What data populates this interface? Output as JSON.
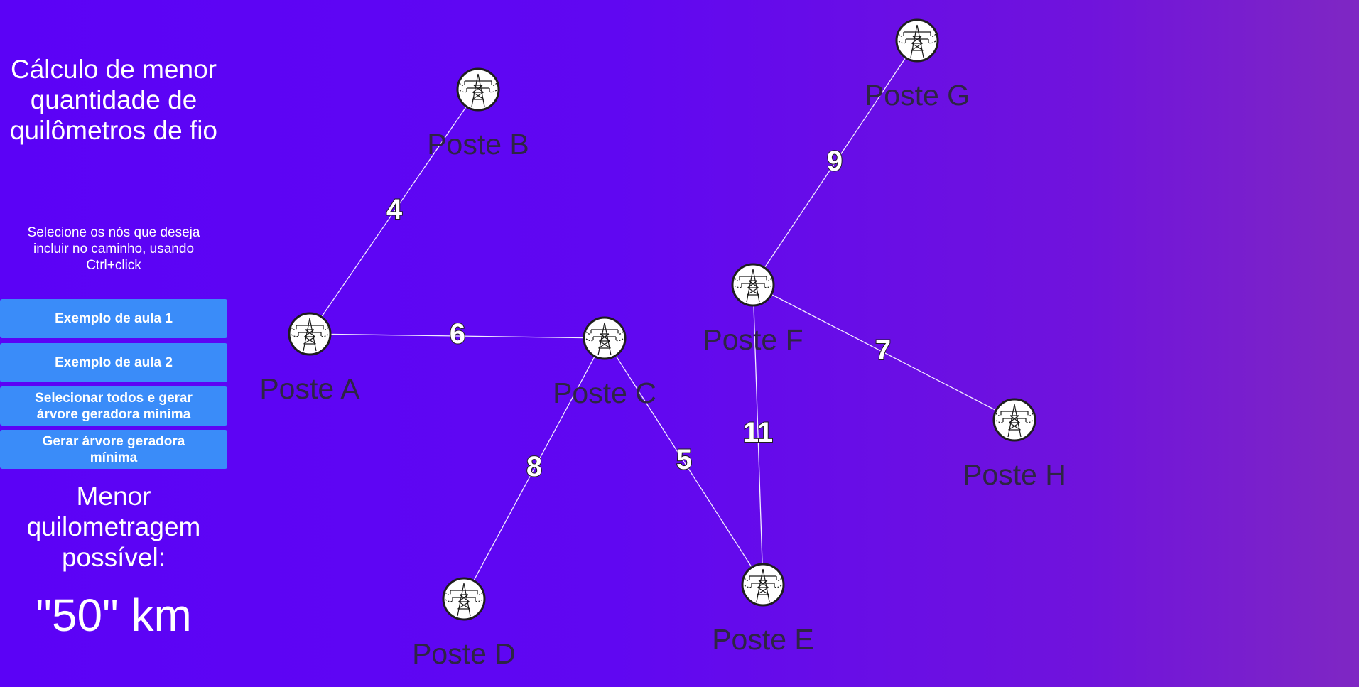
{
  "sidebar": {
    "title": "Cálculo de menor quantidade de quilômetros de fio",
    "instructions": "Selecione os nós que deseja incluir no caminho, usando Ctrl+click",
    "buttons": [
      {
        "label": "Exemplo de aula 1"
      },
      {
        "label": "Exemplo de aula 2"
      },
      {
        "label": "Selecionar todos e gerar árvore geradora minima"
      },
      {
        "label": "Gerar árvore geradora mínima"
      }
    ],
    "result_label": "Menor quilometragem possível:",
    "result_value": "\"50\" km"
  },
  "graph": {
    "node_icon": "power-tower-icon",
    "nodes": [
      {
        "id": "A",
        "label": "Poste A"
      },
      {
        "id": "B",
        "label": "Poste B"
      },
      {
        "id": "C",
        "label": "Poste C"
      },
      {
        "id": "D",
        "label": "Poste D"
      },
      {
        "id": "E",
        "label": "Poste E"
      },
      {
        "id": "F",
        "label": "Poste F"
      },
      {
        "id": "G",
        "label": "Poste G"
      },
      {
        "id": "H",
        "label": "Poste H"
      }
    ],
    "edges": [
      {
        "from": "A",
        "to": "B",
        "weight": "4"
      },
      {
        "from": "A",
        "to": "C",
        "weight": "6"
      },
      {
        "from": "C",
        "to": "D",
        "weight": "8"
      },
      {
        "from": "C",
        "to": "E",
        "weight": "5"
      },
      {
        "from": "F",
        "to": "E",
        "weight": "11"
      },
      {
        "from": "F",
        "to": "G",
        "weight": "9"
      },
      {
        "from": "F",
        "to": "H",
        "weight": "7"
      }
    ]
  }
}
